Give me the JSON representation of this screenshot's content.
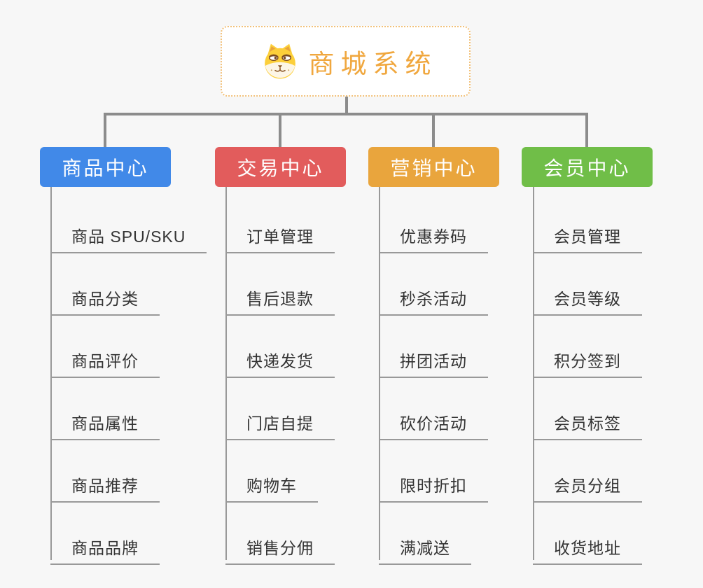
{
  "root": {
    "title": "商城系统",
    "icon": "dog-face-icon"
  },
  "theme": {
    "background": "#f7f7f7",
    "root_border": "#f2c179",
    "root_title_color": "#f0a73e",
    "connector_color": "#8c8c8c",
    "underline_color": "#999999",
    "item_text_color": "#333333"
  },
  "branches": [
    {
      "label": "商品中心",
      "color": "#4189e8",
      "items": [
        "商品 SPU/SKU",
        "商品分类",
        "商品评价",
        "商品属性",
        "商品推荐",
        "商品品牌"
      ]
    },
    {
      "label": "交易中心",
      "color": "#e25c5c",
      "items": [
        "订单管理",
        "售后退款",
        "快递发货",
        "门店自提",
        "购物车",
        "销售分佣"
      ]
    },
    {
      "label": "营销中心",
      "color": "#e9a53d",
      "items": [
        "优惠券码",
        "秒杀活动",
        "拼团活动",
        "砍价活动",
        "限时折扣",
        "满减送"
      ]
    },
    {
      "label": "会员中心",
      "color": "#70be48",
      "items": [
        "会员管理",
        "会员等级",
        "积分签到",
        "会员标签",
        "会员分组",
        "收货地址"
      ]
    }
  ]
}
